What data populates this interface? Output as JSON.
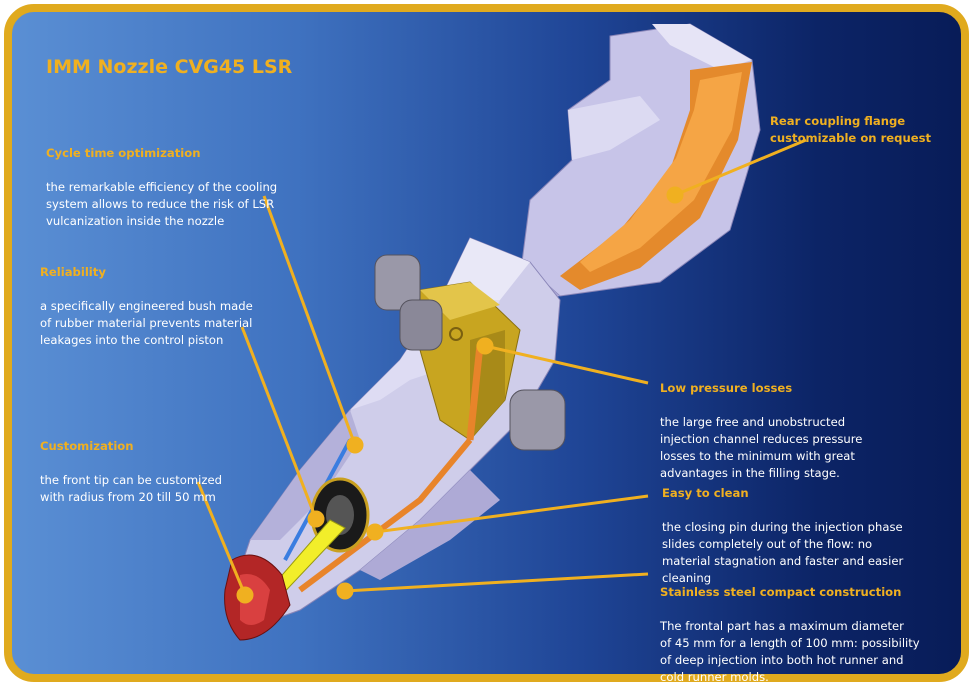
{
  "title": "IMM Nozzle CVG45 LSR",
  "colors": {
    "accent": "#f0b020",
    "frame": "#e0aa1e",
    "text": "#ffffff"
  },
  "callouts": {
    "rear": {
      "heading": "Rear coupling flange\ncustomizable on request"
    },
    "cycle": {
      "heading": "Cycle time optimization",
      "body": "the remarkable efficiency of the cooling\nsystem allows to reduce the risk of LSR\nvulcanization inside the nozzle"
    },
    "reliability": {
      "heading": "Reliability",
      "body": "a specifically engineered bush made\nof rubber material prevents material\nleakages into the control piston"
    },
    "custom": {
      "heading": "Customization",
      "body": "the front tip can  be customized\nwith radius from 20 till 50 mm"
    },
    "lowpressure": {
      "heading": "Low pressure losses",
      "body": "the large free and unobstructed\ninjection channel reduces pressure\nlosses to the minimum with great\nadvantages in the filling stage."
    },
    "easy": {
      "heading": "Easy to clean",
      "body": "the closing pin during the injection phase\nslides completely out of the flow: no\nmaterial stagnation and faster and easier\ncleaning"
    },
    "stainless": {
      "heading": "Stainless steel compact construction",
      "body": "The frontal part has a  maximum diameter\nof 45 mm for a length of 100 mm: possibility\nof deep injection into both hot runner and\ncold runner molds."
    }
  }
}
